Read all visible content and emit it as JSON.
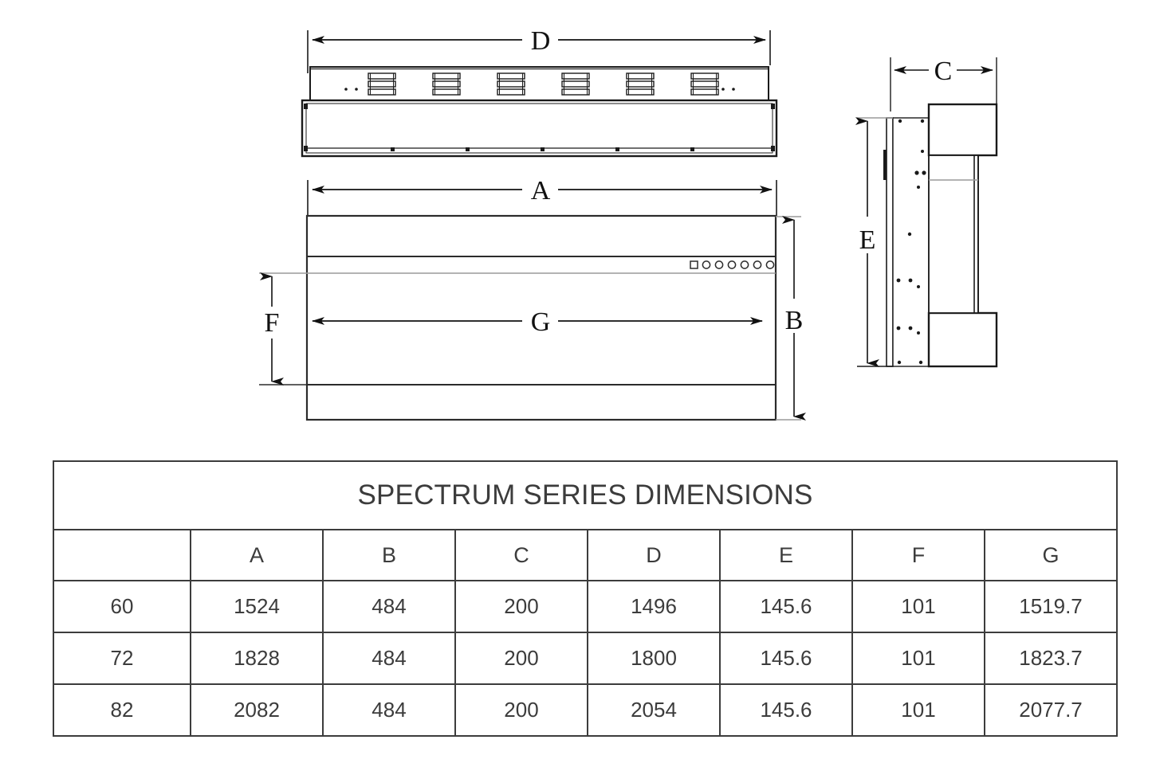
{
  "drawing": {
    "views": [
      {
        "name": "top-view",
        "label": "Top / plan view of linear fireplace unit",
        "dimension_label": "D",
        "vent_groups": 6,
        "slots_per_vent": 3
      },
      {
        "name": "front-view",
        "label": "Front elevation of linear fireplace unit",
        "dimension_labels": [
          "A",
          "B",
          "F",
          "G"
        ],
        "control_panel": {
          "square_buttons": 1,
          "round_buttons": 6
        }
      },
      {
        "name": "side-view",
        "label": "Side / section view of linear fireplace unit",
        "dimension_labels": [
          "C",
          "E"
        ]
      }
    ],
    "dimension_callouts": {
      "A": "A",
      "B": "B",
      "C": "C",
      "D": "D",
      "E": "E",
      "F": "F",
      "G": "G"
    },
    "line_color": "#1a1a1a",
    "thin_line_color": "#8a8a8a"
  },
  "table": {
    "title": "SPECTRUM SERIES DIMENSIONS",
    "columns": [
      "",
      "A",
      "B",
      "C",
      "D",
      "E",
      "F",
      "G"
    ],
    "rows": [
      {
        "model": "60",
        "A": "1524",
        "B": "484",
        "C": "200",
        "D": "1496",
        "E": "145.6",
        "F": "101",
        "G": "1519.7"
      },
      {
        "model": "72",
        "A": "1828",
        "B": "484",
        "C": "200",
        "D": "1800",
        "E": "145.6",
        "F": "101",
        "G": "1823.7"
      },
      {
        "model": "82",
        "A": "2082",
        "B": "484",
        "C": "200",
        "D": "2054",
        "E": "145.6",
        "F": "101",
        "G": "2077.7"
      }
    ]
  },
  "colors": {
    "text": "#3c3c3c",
    "title_text": "#414141",
    "border": "#3c3c3c",
    "drawing_stroke": "#1a1a1a",
    "background": "#ffffff"
  }
}
